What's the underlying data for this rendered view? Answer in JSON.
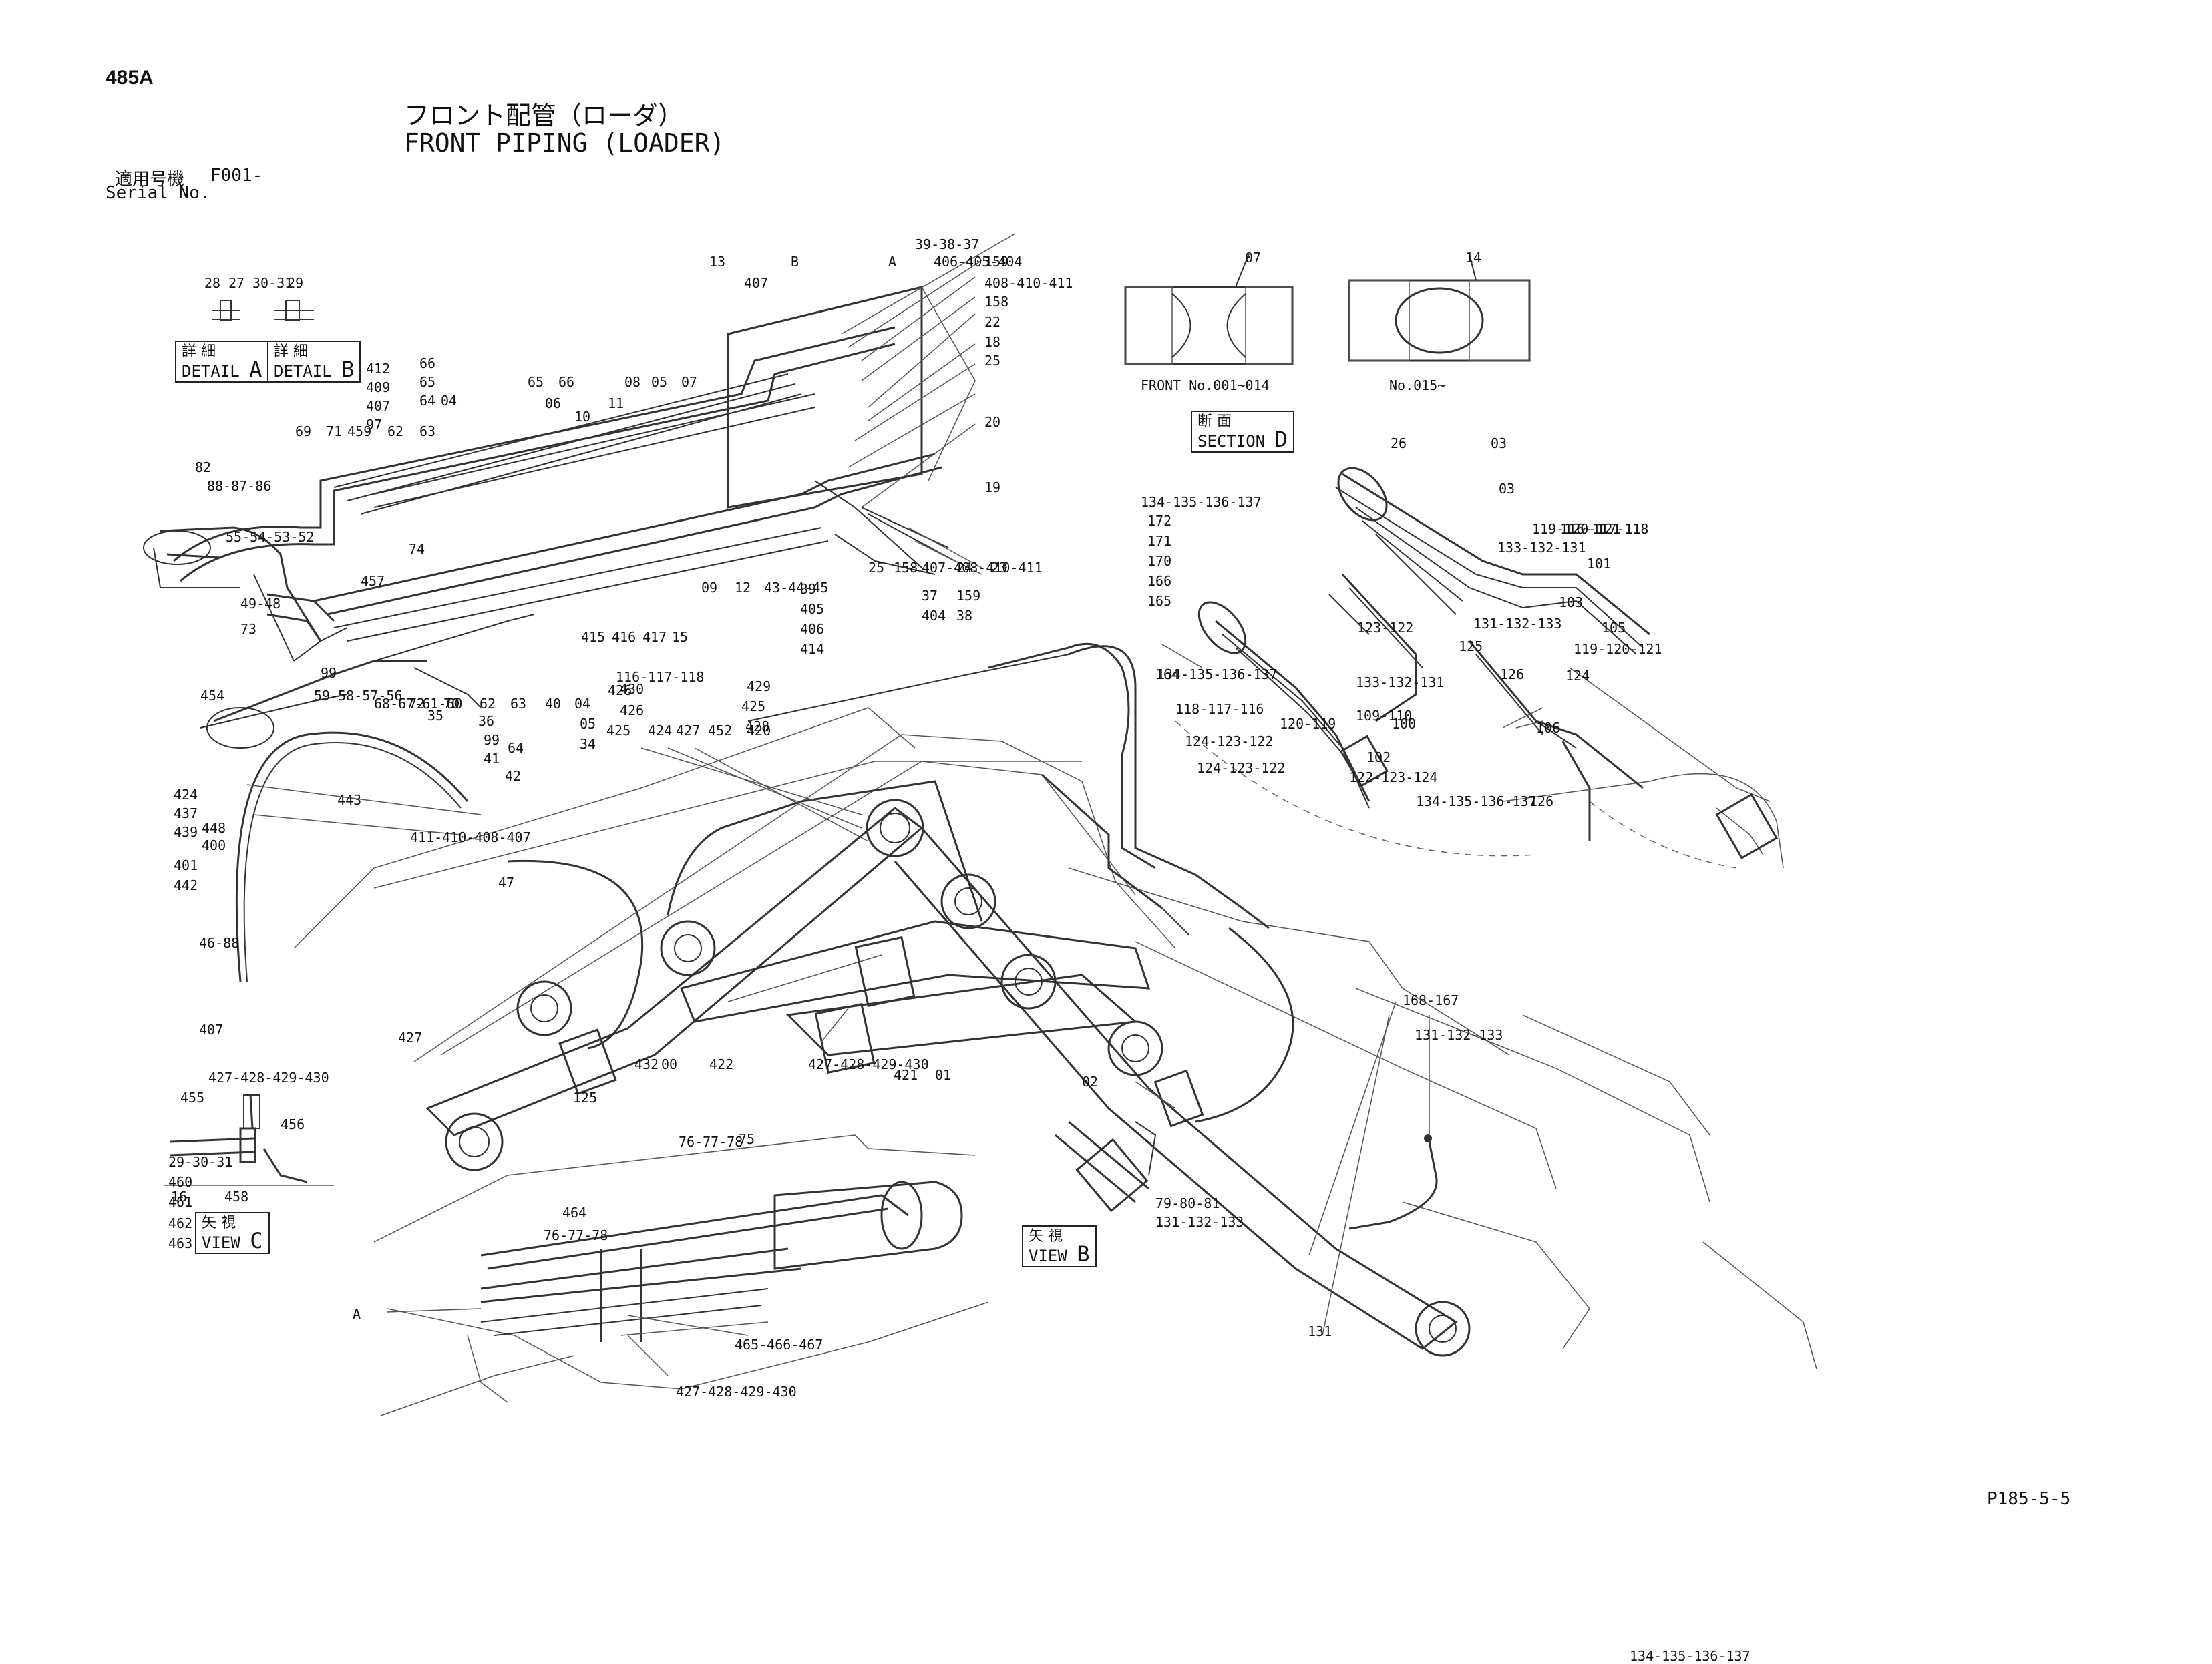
{
  "page": {
    "code": "485A",
    "title_jp": "フロント配管（ローダ）",
    "title_en": "FRONT PIPING (LOADER)",
    "serial_label_jp": "適用号機",
    "serial_value": "F001-",
    "serial_label_en": "Serial No.",
    "footer_code": "P185-5-5"
  },
  "details": {
    "detail_a_jp": "詳 細",
    "detail_a_en": "DETAIL",
    "detail_a_letter": "A",
    "detail_b_jp": "詳 細",
    "detail_b_en": "DETAIL",
    "detail_b_letter": "B",
    "section_d_jp": "断 面",
    "section_d_en": "SECTION",
    "section_d_letter": "D",
    "view_c_jp": "矢 視",
    "view_c_en": "VIEW",
    "view_c_letter": "C",
    "view_b_jp": "矢 視",
    "view_b_en": "VIEW",
    "view_b_letter": "B",
    "front_no_1": "FRONT No.001~014",
    "front_no_2": "No.015~"
  },
  "callouts": [
    "28 27",
    "30-31",
    "29",
    "412",
    "409",
    "407",
    "97",
    "66",
    "65",
    "64",
    "04",
    "62",
    "63",
    "69",
    "71",
    "459",
    "82",
    "88-87-86",
    "55-54-53-52",
    "49-48",
    "73",
    "74",
    "457",
    "99",
    "454",
    "59-58-57-56",
    "68-67-61-60",
    "72",
    "70",
    "62",
    "63",
    "40",
    "04",
    "05",
    "34",
    "35",
    "36",
    "99",
    "64",
    "41",
    "42",
    "65",
    "66",
    "06",
    "08",
    "05",
    "07",
    "10",
    "11",
    "13",
    "B",
    "A",
    "39-38-37",
    "406-405-404",
    "159",
    "407",
    "408-410-411",
    "158",
    "22",
    "18",
    "25",
    "20",
    "19",
    "25",
    "158",
    "407-408-410-411",
    "24",
    "23",
    "37",
    "404",
    "159",
    "38",
    "39",
    "405",
    "406",
    "414",
    "415",
    "416",
    "417",
    "15",
    "09",
    "12",
    "43-44-45",
    "07",
    "14",
    "26",
    "03",
    "03",
    "133-132-131",
    "119-120-121",
    "116-117-118",
    "101",
    "103",
    "105",
    "119-120-121",
    "131-132-133",
    "125",
    "126",
    "124",
    "123-122",
    "109-110",
    "134-135-136-137",
    "124-123-122",
    "134-135-136-137",
    "172",
    "171",
    "170",
    "166",
    "165",
    "164",
    "133-132-131",
    "118-117-116",
    "124-123-122",
    "120-119",
    "100",
    "102",
    "122-123-124",
    "134-135-136-137",
    "126",
    "106",
    "116-117-118",
    "430",
    "426",
    "429",
    "426",
    "425",
    "428",
    "425",
    "424",
    "427",
    "452",
    "420",
    "424",
    "437",
    "439",
    "448",
    "400",
    "401",
    "442",
    "443",
    "411-410-408-407",
    "47",
    "46-88",
    "407",
    "427",
    "432",
    "00",
    "422",
    "427-428-429-430",
    "421",
    "01",
    "02",
    "168-167",
    "131-132-133",
    "131",
    "125",
    "427-428-429-430",
    "455",
    "456",
    "16",
    "458",
    "29-30-31",
    "460",
    "461",
    "462",
    "463",
    "464",
    "76-77-78",
    "75",
    "76-77-78",
    "A",
    "465-466-467",
    "427-428-429-430",
    "79-80-81",
    "131-132-133",
    "134-135-136-137"
  ]
}
